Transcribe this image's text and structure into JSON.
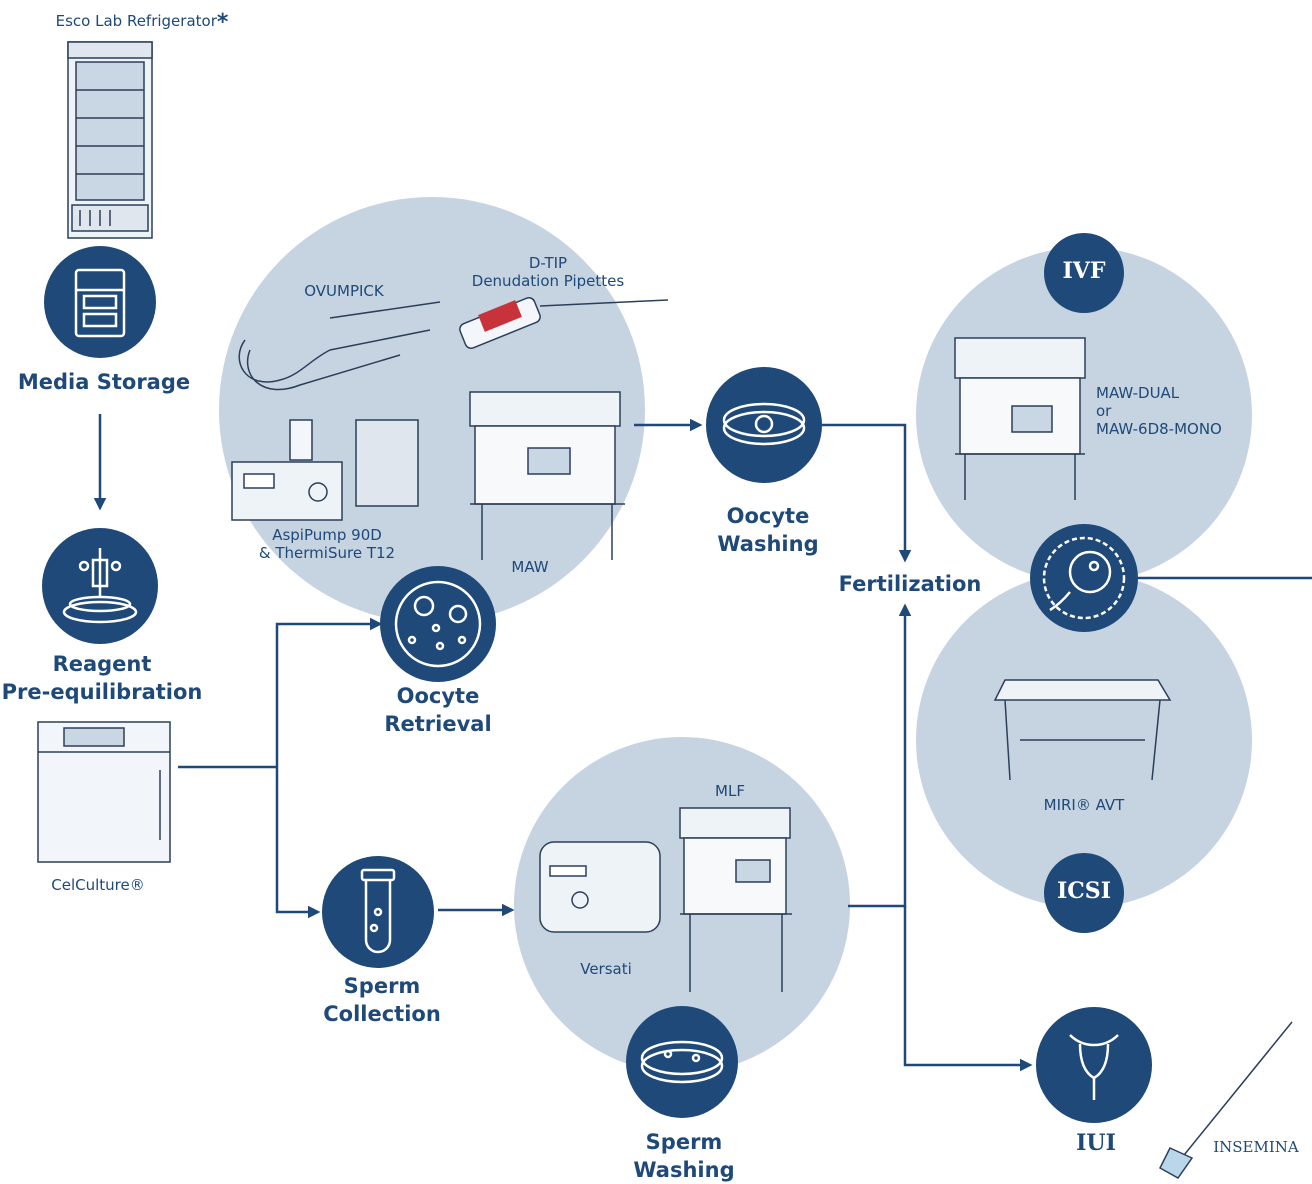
{
  "labels": {
    "refrigerator": "Esco Lab Refrigerator",
    "refrigerator_mark": "*",
    "media_storage": "Media Storage",
    "reagent_line1": "Reagent",
    "reagent_line2": "Pre-equilibration",
    "celculture": "CelCulture®",
    "ovumpick": "OVUMPICK",
    "dtip_line1": "D-TIP",
    "dtip_line2": "Denudation Pipettes",
    "aspipump_line1": "AspiPump 90D",
    "aspipump_line2": "& ThermiSure T12",
    "maw": "MAW",
    "oocyte_retrieval_line1": "Oocyte",
    "oocyte_retrieval_line2": "Retrieval",
    "oocyte_washing_line1": "Oocyte",
    "oocyte_washing_line2": "Washing",
    "fertilization": "Fertilization",
    "ivf": "IVF",
    "maw_dual_line1": "MAW-DUAL",
    "maw_dual_line2": "or",
    "maw_dual_line3": "MAW-6D8-MONO",
    "miri_avt": "MIRI® AVT",
    "icsi": "ICSI",
    "sperm_collection_line1": "Sperm",
    "sperm_collection_line2": "Collection",
    "mlf": "MLF",
    "versati": "Versati",
    "sperm_washing_line1": "Sperm",
    "sperm_washing_line2": "Washing",
    "iui": "IUI",
    "insemina": "INSEMINA"
  },
  "colors": {
    "primary": "#1e4978",
    "bubble": "#c6d3e1",
    "white": "#ffffff"
  },
  "icons": {
    "media_storage": "refrigerator-icon",
    "reagent": "pipette-dish-icon",
    "oocyte_retrieval": "oocyte-cluster-icon",
    "oocyte_washing": "dish-eye-icon",
    "fertilization": "egg-sperm-icon",
    "sperm_collection": "test-tube-icon",
    "sperm_washing": "sperm-dish-icon",
    "iui": "uterus-icon"
  }
}
